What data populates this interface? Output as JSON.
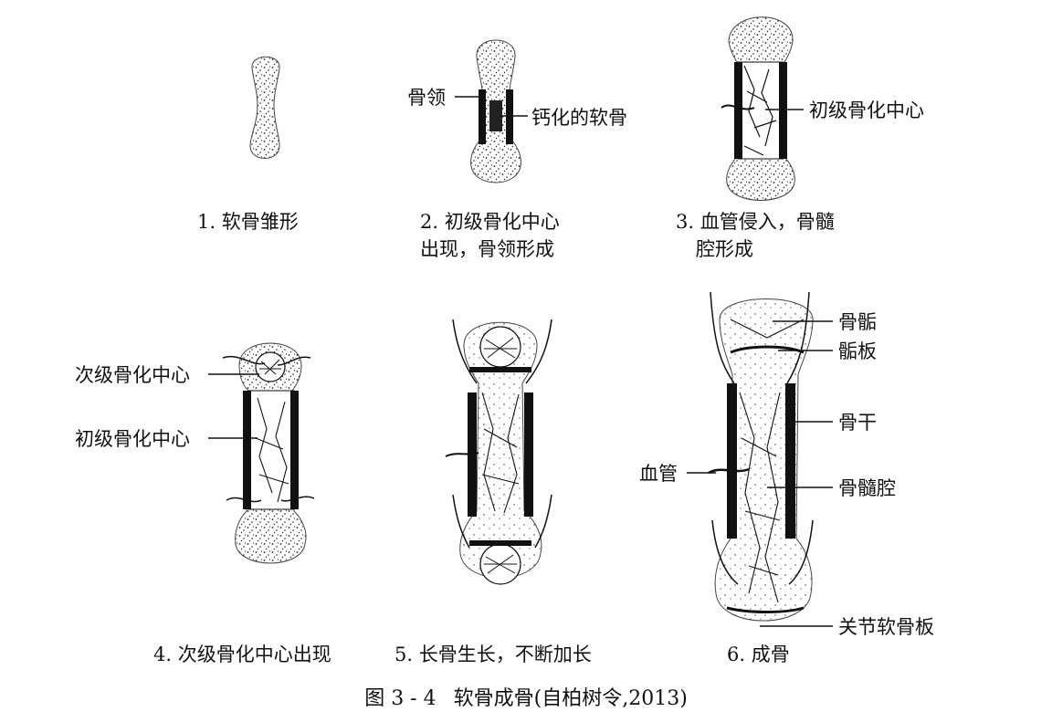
{
  "stages": [
    {
      "caption": [
        "1. 软骨雏形"
      ]
    },
    {
      "caption": [
        "2. 初级骨化中心",
        "出现，骨领形成"
      ],
      "labels": {
        "bone_collar": "骨领",
        "calcified_cartilage": "钙化的软骨"
      }
    },
    {
      "caption": [
        "3. 血管侵入，骨髓",
        "腔形成"
      ],
      "labels": {
        "primary_center": "初级骨化中心"
      }
    },
    {
      "caption": [
        "4. 次级骨化中心出现"
      ],
      "labels": {
        "secondary_center": "次级骨化中心",
        "primary_center": "初级骨化中心"
      }
    },
    {
      "caption": [
        "5. 长骨生长，不断加长"
      ]
    },
    {
      "caption": [
        "6. 成骨"
      ],
      "labels": {
        "epiphysis": "骨骺",
        "epiphyseal_plate": "骺板",
        "diaphysis": "骨干",
        "blood_vessel": "血管",
        "marrow_cavity": "骨髓腔",
        "articular_cartilage": "关节软骨板"
      }
    }
  ],
  "figure": {
    "number": "图 3 - 4",
    "title": "软骨成骨(自柏树令,2013)"
  }
}
